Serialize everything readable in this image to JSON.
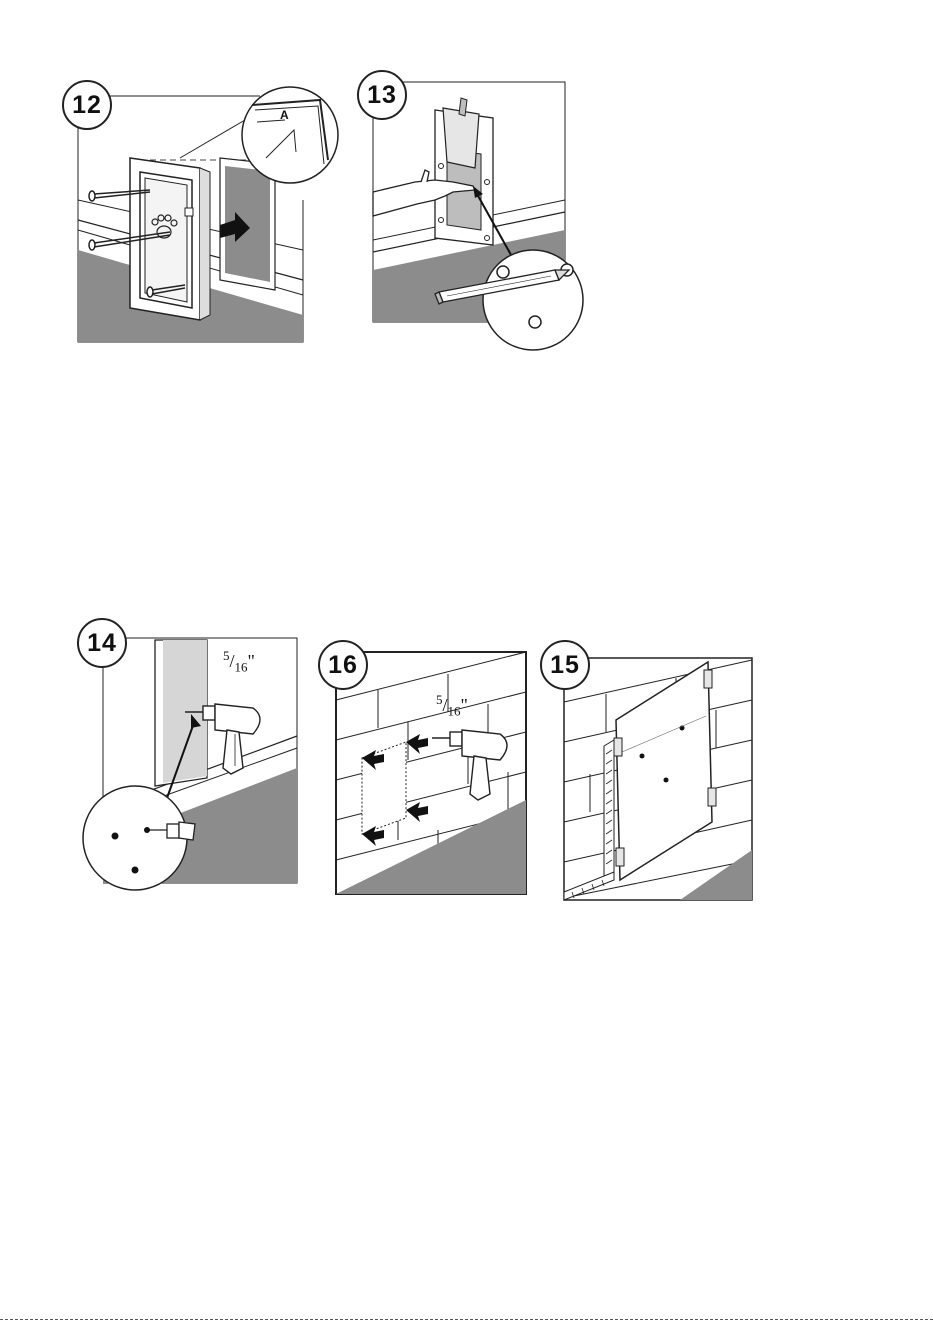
{
  "steps": {
    "s12": {
      "number": "12",
      "callout_letter": "A"
    },
    "s13": {
      "number": "13"
    },
    "s14": {
      "number": "14",
      "drill_num": "5",
      "drill_den": "16",
      "drill_unit": "\""
    },
    "s16": {
      "number": "16",
      "drill_num": "5",
      "drill_den": "16",
      "drill_unit": "\""
    },
    "s15": {
      "number": "15"
    }
  },
  "colors": {
    "ground": "#8c8c8c",
    "shade": "#bdbdbd",
    "line": "#222222",
    "panel": "#e6e6e6"
  },
  "icons": [
    "screw-icon",
    "arrow-right-icon",
    "pencil-icon",
    "hand-icon",
    "drill-icon",
    "arrow-left-icon",
    "level-icon",
    "tape-icon",
    "paw-icon"
  ]
}
